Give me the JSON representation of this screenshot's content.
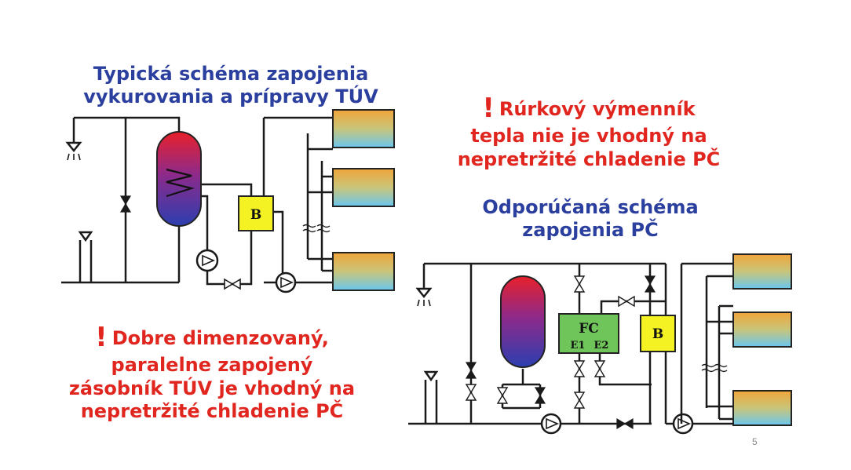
{
  "left_title": [
    "Typická schéma zapojenia",
    "vykurovania a prípravy TÚV"
  ],
  "left_note": {
    "mark": "!",
    "lines": [
      "Dobre dimenzovaný,",
      "paralelne zapojený",
      "zásobník TÚV je vhodný na",
      "nepretržité chladenie PČ"
    ]
  },
  "right_note": {
    "mark": "!",
    "lines": [
      "Rúrkový výmenník",
      "tepla nie je vhodný na",
      "nepretržité chladenie PČ"
    ]
  },
  "right_title": [
    "Odporúčaná schéma",
    "zapojenia PČ"
  ],
  "left_diagram": {
    "b_label": "B"
  },
  "right_diagram": {
    "fc_label": "FC",
    "e1_label": "E1",
    "e2_label": "E2",
    "b_label": "B"
  },
  "slide_number": "5",
  "colors": {
    "title_blue": "#2b3f9e",
    "note_red": "#e0261f",
    "box_yellow": "#f4f223",
    "box_green": "#6fc45a"
  }
}
